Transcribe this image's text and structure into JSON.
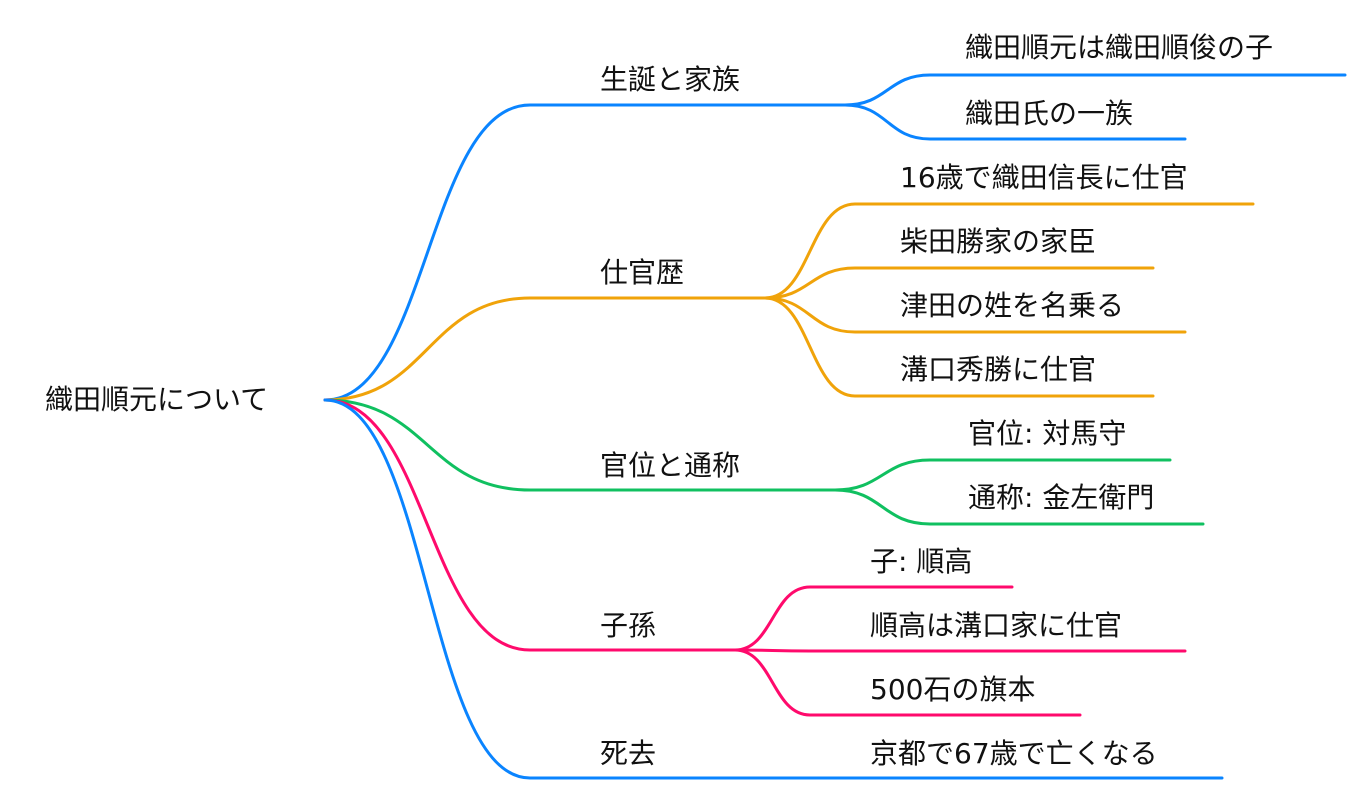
{
  "colors": {
    "blue": "#0a84ff",
    "orange": "#f0a30a",
    "green": "#10c060",
    "pink": "#ff0a6c",
    "text": "#111111"
  },
  "root": {
    "label": "織田順元について"
  },
  "branches": [
    {
      "label": "生誕と家族",
      "color": "blue",
      "children": [
        {
          "label": "織田順元は織田順俊の子"
        },
        {
          "label": "織田氏の一族"
        }
      ]
    },
    {
      "label": "仕官歴",
      "color": "orange",
      "children": [
        {
          "label": "16歳で織田信長に仕官"
        },
        {
          "label": "柴田勝家の家臣"
        },
        {
          "label": "津田の姓を名乗る"
        },
        {
          "label": "溝口秀勝に仕官"
        }
      ]
    },
    {
      "label": "官位と通称",
      "color": "green",
      "children": [
        {
          "label": "官位: 対馬守"
        },
        {
          "label": "通称: 金左衛門"
        }
      ]
    },
    {
      "label": "子孫",
      "color": "pink",
      "children": [
        {
          "label": "子: 順高"
        },
        {
          "label": "順高は溝口家に仕官"
        },
        {
          "label": "500石の旗本"
        }
      ]
    },
    {
      "label": "死去",
      "color": "blue",
      "children": [
        {
          "label": "京都で67歳で亡くなる"
        }
      ]
    }
  ]
}
